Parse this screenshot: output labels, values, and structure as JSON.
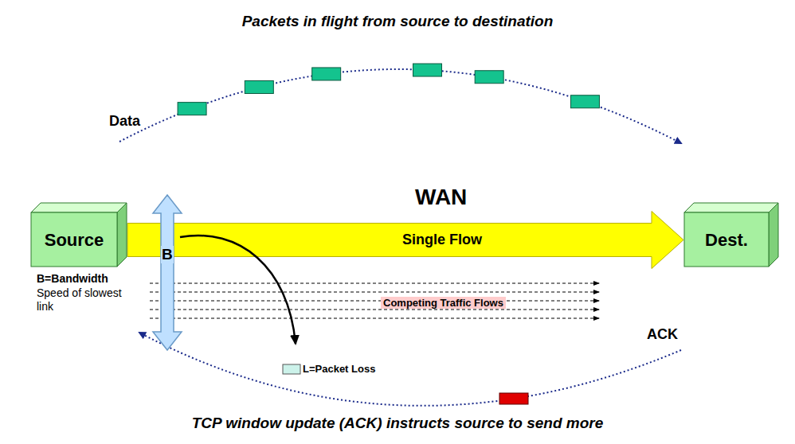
{
  "diagram": {
    "title": "Packets in flight from source to destination",
    "caption": "TCP window update (ACK) instructs source to send more",
    "nodes": [
      {
        "text": [
          "Source"
        ]
      },
      {
        "text": [
          "WAN",
          "Competing Traffic Flows"
        ]
      },
      {
        "text": [
          "Dest."
        ]
      }
    ],
    "edges": [
      {
        "from": 0,
        "to": 2,
        "arrow": "to",
        "label": "Single Flow"
      }
    ],
    "labels": [
      "Data",
      "B",
      "B=Bandwidth",
      "Speed of slowest link",
      "L=Packet Loss",
      "ACK"
    ]
  }
}
